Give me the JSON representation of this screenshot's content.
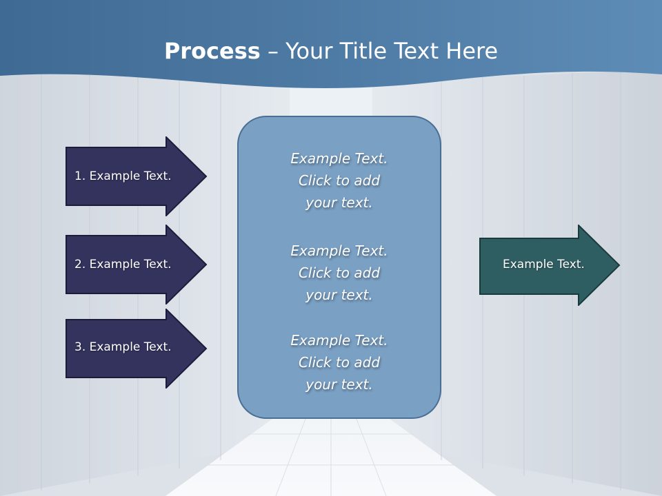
{
  "title": {
    "bold": "Process",
    "rest": " – Your Title Text Here"
  },
  "left_arrows": [
    {
      "label": "1. Example Text."
    },
    {
      "label": "2. Example Text."
    },
    {
      "label": "3. Example Text."
    }
  ],
  "center_blocks": [
    {
      "lines": [
        "Example Text.",
        "Click  to add",
        "your text."
      ]
    },
    {
      "lines": [
        "Example Text.",
        "Click  to add",
        "your text."
      ]
    },
    {
      "lines": [
        "Example Text.",
        "Click  to add",
        "your text."
      ]
    }
  ],
  "right_arrow": {
    "label": "Example Text."
  },
  "colors": {
    "header": "#4f7aa3",
    "left_arrow_fill": "#33335e",
    "right_arrow_fill": "#2f5e62",
    "center_box_fill": "#7aa0c4"
  }
}
